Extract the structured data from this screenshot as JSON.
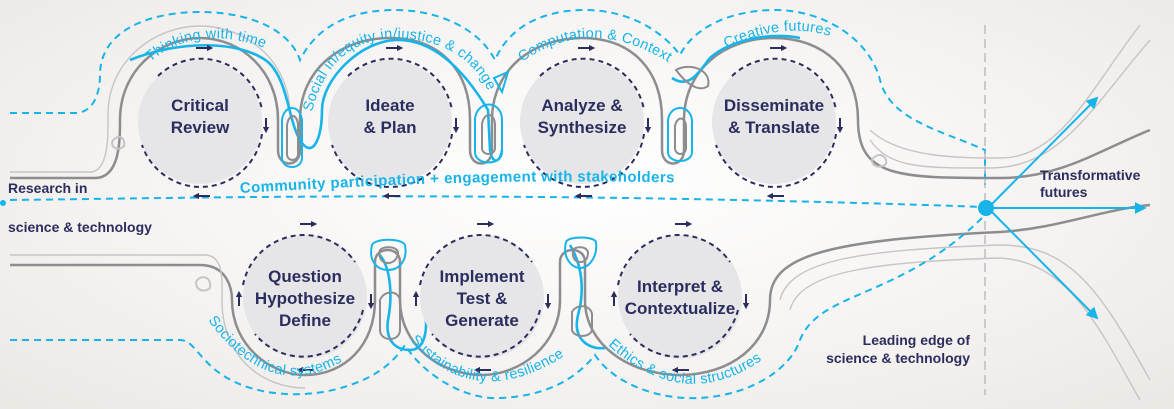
{
  "stages_top": [
    {
      "line1": "Critical",
      "line2": "Review"
    },
    {
      "line1": "Ideate",
      "line2": "& Plan"
    },
    {
      "line1": "Analyze &",
      "line2": "Synthesize"
    },
    {
      "line1": "Disseminate",
      "line2": "& Translate"
    }
  ],
  "stages_bottom": [
    {
      "line1": "Question",
      "line2": "Hypothesize",
      "line3": "Define"
    },
    {
      "line1": "Implement",
      "line2": "Test &",
      "line3": "Generate"
    },
    {
      "line1": "Interpret &",
      "line2": "Contextualize"
    }
  ],
  "themes_top": [
    "Thinking with time",
    "Social in/equity in/justice & change",
    "Computation & Context",
    "Creative futures"
  ],
  "themes_bottom": [
    "Sociotechnical systems",
    "Sustainability & resilience",
    "Ethics & social structures"
  ],
  "engagement": "Community participation + engagement with stakeholders",
  "left_label": {
    "line1": "Research in",
    "line2": "science & technology"
  },
  "right_label": {
    "line1": "Transformative",
    "line2": "futures"
  },
  "leading_edge": {
    "line1": "Leading edge of",
    "line2": "science & technology"
  },
  "colors": {
    "accent": "#17b4ea",
    "navy": "#2b2d5e",
    "gray_line": "#8d8d8f",
    "circle_fill": "#e6e6e8"
  }
}
